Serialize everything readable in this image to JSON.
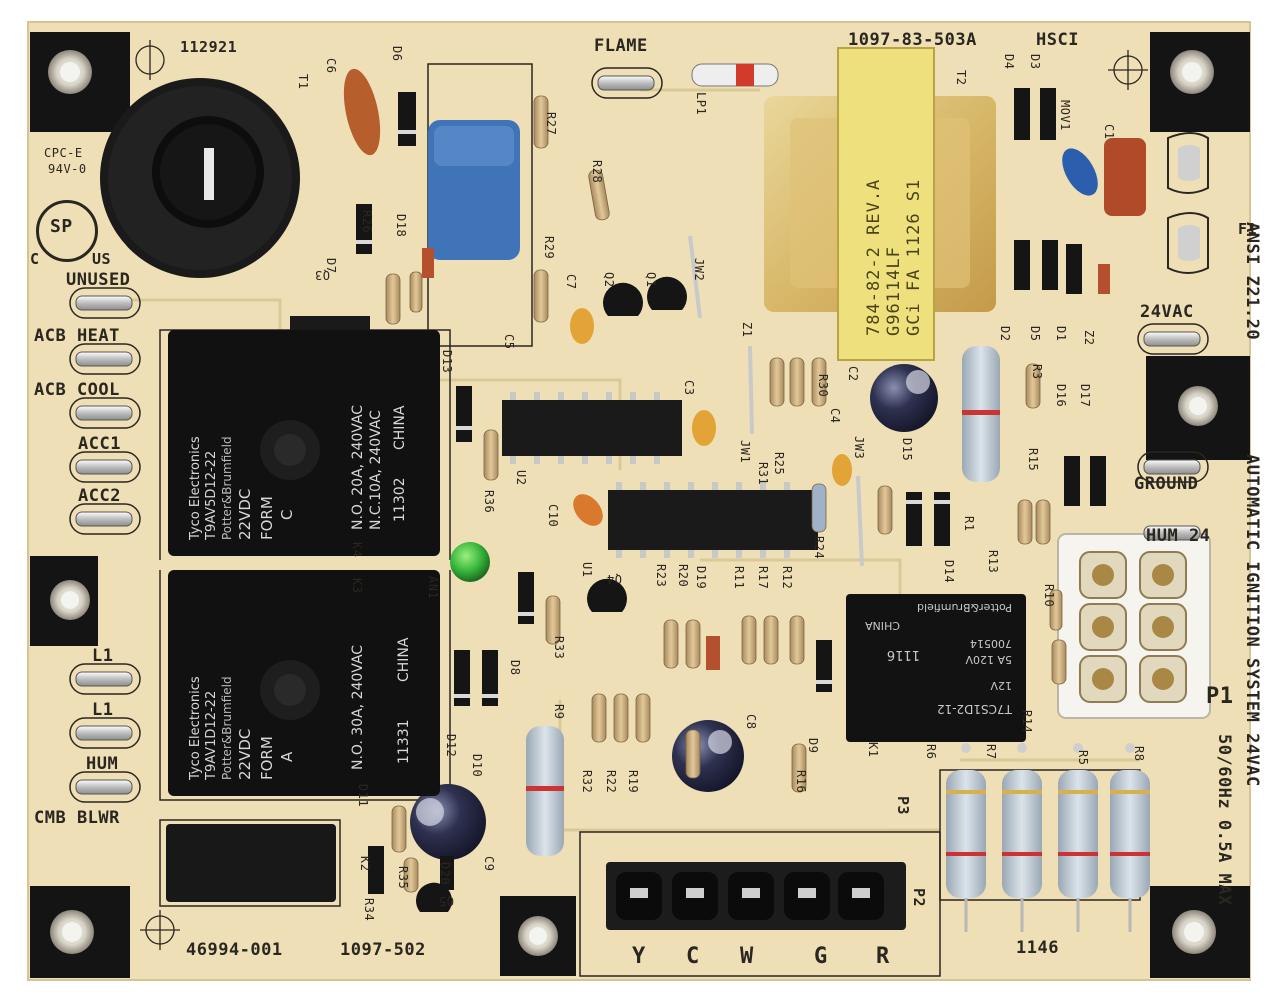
{
  "board": {
    "part_number": "1097-83-503A",
    "mfr_code": "HSCI",
    "top_code": "112921",
    "assembly_number": "46994-001",
    "board_number": "1097-502",
    "date_code": "1146",
    "cert_text": [
      "CPC-E",
      "94V-0"
    ],
    "csa_mark": [
      "C",
      "US"
    ],
    "ansi": "ANSI Z21.20",
    "system_label": "AUTOMATIC IGNITION SYSTEM 24VAC",
    "rating": "50/60Hz 0.5A MAX"
  },
  "terminals_left": [
    "UNUSED",
    "ACB HEAT",
    "ACB COOL",
    "ACC1",
    "ACC2",
    "L1",
    "L1",
    "HUM",
    "CMB BLWR"
  ],
  "terminals_right": [
    "24VAC",
    "GROUND",
    "HUM 24"
  ],
  "flame_label": "FLAME",
  "fuse_label": "F1",
  "p2_pins": [
    "Y",
    "C",
    "W",
    "G",
    "R"
  ],
  "connector_labels": [
    "P1",
    "P2",
    "P3"
  ],
  "relay_k4": {
    "brand": "Tyco Electronics",
    "model": "T9AV5D12-22",
    "sub": "Potter&Brumfield",
    "coil": "22VDC",
    "form": "FORM",
    "form_letter": "C",
    "rating1": "N.O. 20A, 240VAC",
    "rating2": "N.C.10A, 240VAC",
    "lot": "11302",
    "origin": "CHINA"
  },
  "relay_k3": {
    "brand": "Tyco Electronics",
    "model": "T9AV1D12-22",
    "sub": "Potter&Brumfield",
    "coil": "22VDC",
    "form": "FORM",
    "form_letter": "A",
    "rating1": "N.O. 30A, 240VAC",
    "lot": "11331",
    "origin": "CHINA"
  },
  "relay_k1": {
    "brand": "Potter&Brumfield",
    "origin": "CHINA",
    "lot": "1116",
    "model": "T7CS1D2-12",
    "coil": "12V",
    "rating": "5A 120V",
    "code": "700514"
  },
  "transformer": {
    "line1": "784-82-2 REV.A",
    "line2": "G96114LF",
    "line3": "GCi FA 1126 S1"
  },
  "refdes": [
    "T1",
    "C6",
    "D6",
    "R27",
    "R28",
    "R29",
    "C7",
    "Q2",
    "Q1",
    "JW2",
    "C5",
    "R26",
    "D18",
    "D7",
    "Q3",
    "LP1",
    "T2",
    "D4",
    "D3",
    "MOV1",
    "C1",
    "D2",
    "D5",
    "D1",
    "Z2",
    "Z1",
    "R30",
    "C2",
    "R3",
    "D13",
    "U2",
    "C3",
    "JW1",
    "R31",
    "R25",
    "C4",
    "JW3",
    "D15",
    "R1",
    "R15",
    "D16",
    "D17",
    "R36",
    "C10",
    "U1",
    "R24",
    "D14",
    "R13",
    "AN1",
    "K4",
    "K3",
    "R23",
    "R20",
    "D19",
    "R11",
    "R17",
    "R12",
    "Q4",
    "R33",
    "D8",
    "R9",
    "R32",
    "R22",
    "R19",
    "C8",
    "R16",
    "D9",
    "R14",
    "R10",
    "K1",
    "R6",
    "R7",
    "R5",
    "R8",
    "D12",
    "D10",
    "D11",
    "C9",
    "K2",
    "R35",
    "R34",
    "D20",
    "Q5"
  ]
}
